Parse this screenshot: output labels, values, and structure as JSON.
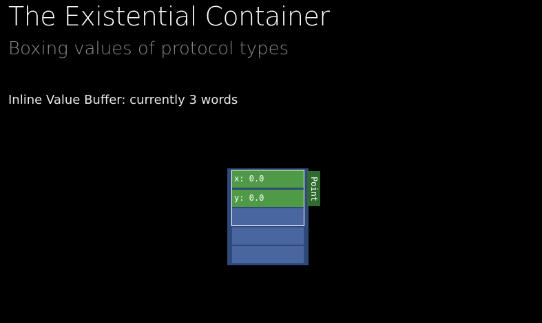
{
  "slide": {
    "title": "The Existential Container",
    "subtitle": "Boxing values of protocol types",
    "note": "Inline Value Buffer: currently 3 words"
  },
  "diagram": {
    "type_label": "Point",
    "fields": [
      {
        "text": "x: 0.0"
      },
      {
        "text": "y: 0.0"
      }
    ],
    "colors": {
      "background": "#000000",
      "container": "#2f4a78",
      "empty_word": "#4a66a0",
      "value_word": "#4f9a47",
      "type_tag": "#2f6b2f",
      "buffer_outline": "#ffffff"
    }
  }
}
